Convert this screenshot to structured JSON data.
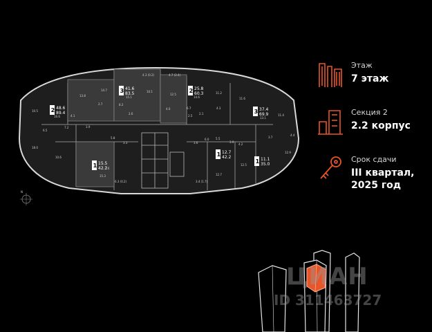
{
  "colors": {
    "accent": "#e8552a",
    "background": "#000000",
    "dark_unit": "#3a3a3a",
    "light_unit": "#252525"
  },
  "compass": {
    "north_label": "N"
  },
  "apartments": [
    {
      "rooms": "2",
      "area1": "48.6",
      "area2": "89.4"
    },
    {
      "rooms": "3",
      "area1": "41.6",
      "area2": "83.5"
    },
    {
      "rooms": "2",
      "area1": "25.8",
      "area2": "60.3"
    },
    {
      "rooms": "3",
      "area1": "37.4",
      "area2": "69.9"
    },
    {
      "rooms": "1",
      "area1": "15.5",
      "area2": "42.2"
    },
    {
      "rooms": "1",
      "area1": "12.7",
      "area2": "42.2"
    },
    {
      "rooms": "1",
      "area1": "11.1",
      "area2": "35.0"
    }
  ],
  "room_labels": [
    "10.5",
    "13.8",
    "14.7",
    "15.1",
    "10.1",
    "4.3 (0.2)",
    "4.7 (2.4)",
    "12.5",
    "14.6",
    "11.2",
    "11.6",
    "6.5",
    "16.6",
    "4.1",
    "2.7",
    "8.2",
    "2.6",
    "4.0",
    "6.7",
    "2.5",
    "2.1",
    "4.3",
    "13.1",
    "11.4",
    "7.2",
    "3.9",
    "5.8",
    "3.3",
    "6.0",
    "5.5",
    "3.6",
    "3.9",
    "4.2",
    "3.7",
    "4.4",
    "18.0",
    "10.6",
    "15.3",
    "7.6",
    "6.3 (0.2)",
    "12.7",
    "12.5",
    "12.9",
    "3.4 (1.7)"
  ],
  "info": {
    "floor": {
      "icon": "floor-icon",
      "label": "Этаж",
      "value": "7 этаж"
    },
    "section": {
      "icon": "section-icon",
      "label": "Секция 2",
      "value": "2.2 корпус"
    },
    "handover": {
      "icon": "key-icon",
      "label": "Срок сдачи",
      "value_line1": "III квартал,",
      "value_line2": "2025 год"
    }
  },
  "watermark": {
    "brand": "ЦИАН",
    "id": "ID 311463727"
  }
}
